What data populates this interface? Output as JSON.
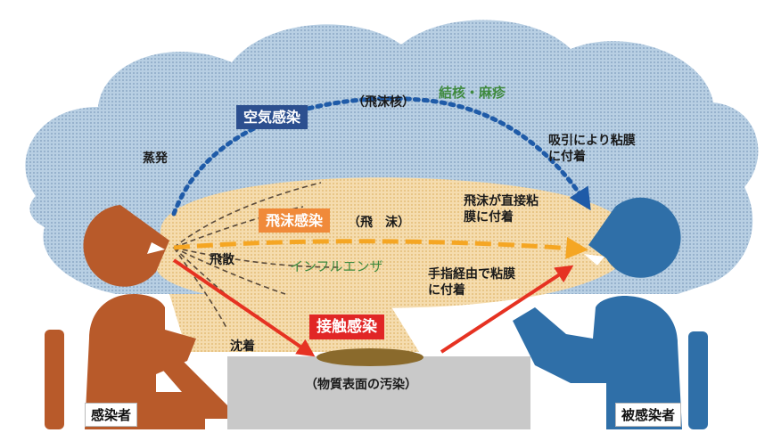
{
  "colors": {
    "cloud": "#a9c3dc",
    "droplet_zone": "#f3d5a1",
    "infector": "#b85a2a",
    "recipient": "#2f6fa8",
    "airborne_tag": "#2c4f8f",
    "droplet_tag": "#f08a3a",
    "contact_tag": "#e12626",
    "contact_arrow": "#e63222",
    "droplet_arrow": "#f5a623",
    "airborne_arrow": "#1f5ba8",
    "table": "#c9c9c9",
    "stain": "#8a6a2c"
  },
  "labels": {
    "airborne_tag": "空気感染",
    "droplet_tag": "飛沫感染",
    "contact_tag": "接触感染",
    "droplet_nuclei": "（飛沫核）",
    "tb_measles": "結核・麻疹",
    "influenza": "インフルエンザ",
    "droplets": "（飛　沫）",
    "evaporation": "蒸発",
    "scatter": "飛散",
    "settling": "沈着",
    "inhalation": "吸引により粘膜に付着",
    "direct_droplet": "飛沫が直接粘膜に付着",
    "via_fingers": "手指経由で粘膜に付着",
    "surface_contamination": "（物質表面の汚染）",
    "infector": "感染者",
    "recipient": "被感染者"
  }
}
